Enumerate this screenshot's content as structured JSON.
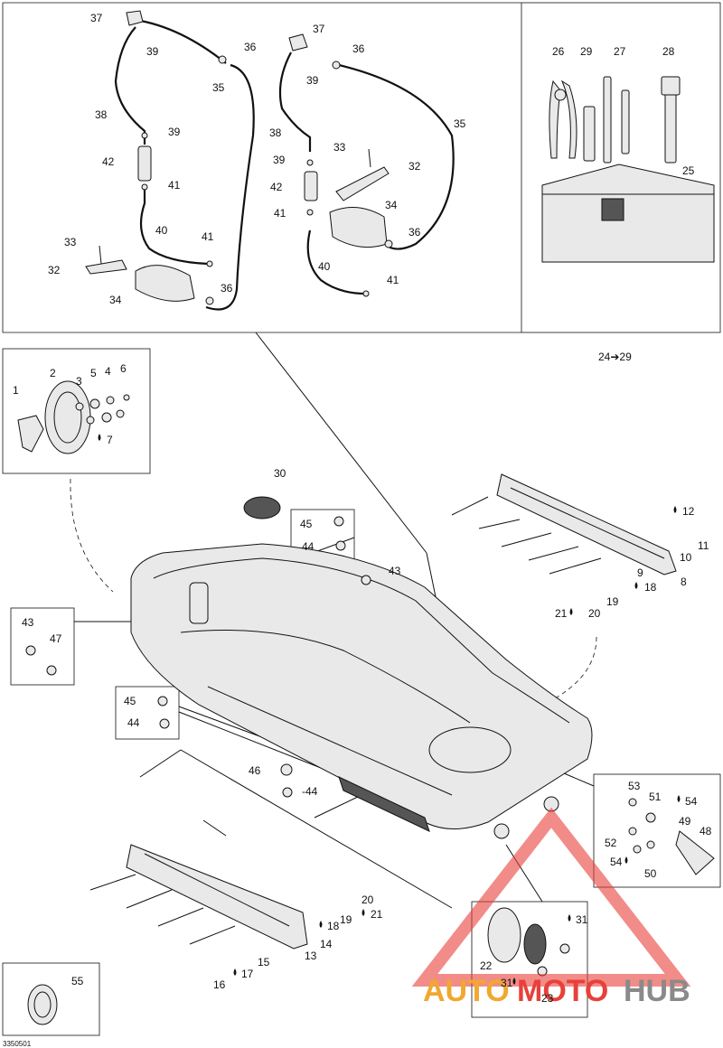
{
  "reference_code": "3350501",
  "kit_label": "24➔29",
  "watermark": {
    "part1": "AUTO",
    "part2": "MOTO",
    "part3": "HUB",
    "color_orange": "#f0a830",
    "color_red": "#e8403a",
    "color_gray": "#8a8a8a"
  },
  "callouts": {
    "c37a": "37",
    "c39a": "39",
    "c36a": "36",
    "c35a": "35",
    "c38a": "38",
    "c39b": "39",
    "c42a": "42",
    "c41a": "41",
    "c40a": "40",
    "c41b": "41",
    "c33a": "33",
    "c32a": "32",
    "c34a": "34",
    "c36b": "36",
    "c37b": "37",
    "c36c": "36",
    "c39c": "39",
    "c35b": "35",
    "c38b": "38",
    "c33b": "33",
    "c32b": "32",
    "c39d": "39",
    "c42b": "42",
    "c34b": "34",
    "c41c": "41",
    "c36d": "36",
    "c40b": "40",
    "c41d": "41",
    "c26": "26",
    "c29": "29",
    "c27": "27",
    "c28": "28",
    "c25": "25",
    "c1": "1",
    "c2": "2",
    "c3": "3",
    "c5": "5",
    "c4": "4",
    "c6": "6",
    "c7": "7",
    "c30": "30",
    "c45a": "45",
    "c44a": "44",
    "c43a": "43",
    "c12": "12",
    "c10": "10",
    "c11": "11",
    "c9": "9",
    "c8": "8",
    "c18a": "18",
    "c21a": "21",
    "c20a": "20",
    "c19a": "19",
    "c43b": "43",
    "c47": "47",
    "c45b": "45",
    "c44b": "44",
    "c46": "46",
    "c44c": "-44",
    "c53": "53",
    "c51": "51",
    "c54a": "54",
    "c49": "49",
    "c48": "48",
    "c52": "52",
    "c54b": "54",
    "c50": "50",
    "c20b": "20",
    "c21b": "21",
    "c19b": "19",
    "c18b": "18",
    "c14": "14",
    "c13": "13",
    "c15": "15",
    "c16": "16",
    "c17": "17",
    "c31a": "31",
    "c22": "22",
    "c31b": "31",
    "c23": "23",
    "c55": "55"
  }
}
